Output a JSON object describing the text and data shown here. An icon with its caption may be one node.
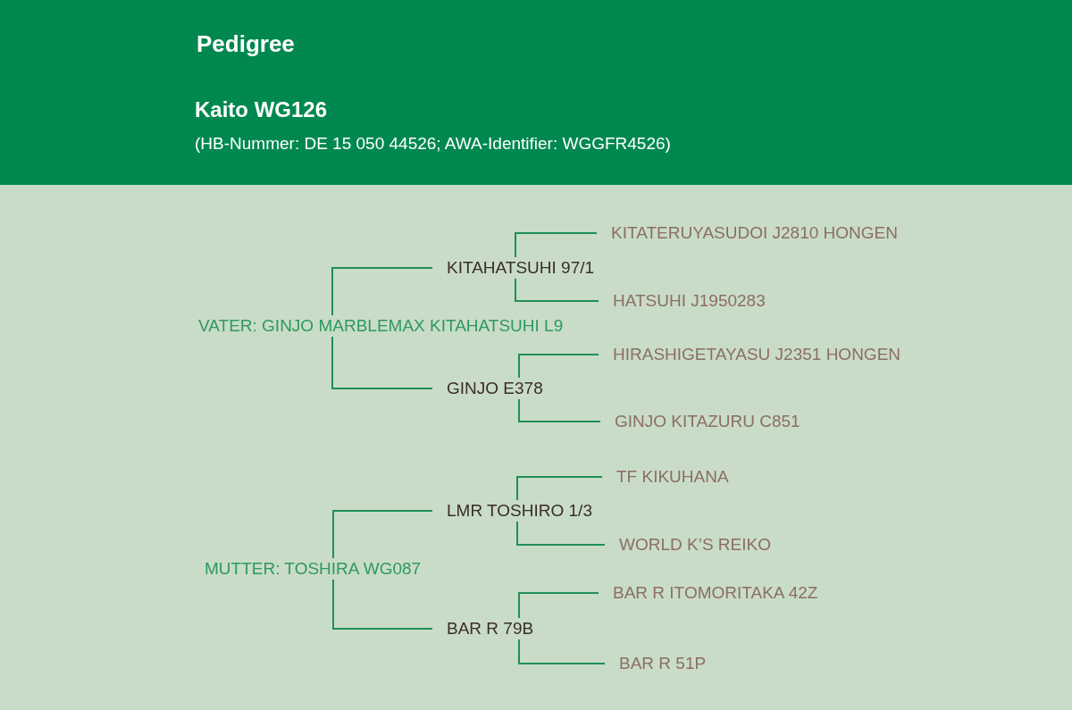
{
  "diagram": {
    "title": "Pedigree",
    "nodes": [
      {
        "text": [
          "KITATERUYASUDOI J2810 HONGEN"
        ]
      },
      {
        "text": [
          "KITAHATSUHI 97/1"
        ]
      },
      {
        "text": [
          "HATSUHI J1950283"
        ]
      },
      {
        "text": [
          "VATER: GINJO MARBLEMAX KITAHATSUHI L9"
        ]
      },
      {
        "text": [
          "HIRASHIGETAYASU J2351 HONGEN"
        ]
      },
      {
        "text": [
          "GINJO E378"
        ]
      },
      {
        "text": [
          "GINJO KITAZURU C851"
        ]
      },
      {
        "text": [
          "TF KIKUHANA"
        ]
      },
      {
        "text": [
          "LMR TOSHIRO 1/3"
        ]
      },
      {
        "text": [
          "WORLD K’S REIKO"
        ]
      },
      {
        "text": [
          "MUTTER: TOSHIRA WG087"
        ]
      },
      {
        "text": [
          "BAR R ITOMORITAKA 42Z"
        ]
      },
      {
        "text": [
          "BAR R 79B"
        ]
      },
      {
        "text": [
          "BAR R 51P"
        ]
      }
    ],
    "edges": [
      {
        "from": 3,
        "to": 1,
        "arrow": "none"
      },
      {
        "from": 3,
        "to": 5,
        "arrow": "none"
      },
      {
        "from": 1,
        "to": 0,
        "arrow": "none"
      },
      {
        "from": 1,
        "to": 2,
        "arrow": "none"
      },
      {
        "from": 5,
        "to": 4,
        "arrow": "none"
      },
      {
        "from": 5,
        "to": 6,
        "arrow": "none"
      },
      {
        "from": 10,
        "to": 8,
        "arrow": "none"
      },
      {
        "from": 10,
        "to": 12,
        "arrow": "none"
      },
      {
        "from": 8,
        "to": 7,
        "arrow": "none"
      },
      {
        "from": 8,
        "to": 9,
        "arrow": "none"
      },
      {
        "from": 12,
        "to": 11,
        "arrow": "none"
      },
      {
        "from": 12,
        "to": 13,
        "arrow": "none"
      }
    ],
    "labels": [
      "Kaito WG126",
      "(HB-Nummer: DE 15 050 44526; AWA-Identifier: WGGFR4526)"
    ]
  }
}
